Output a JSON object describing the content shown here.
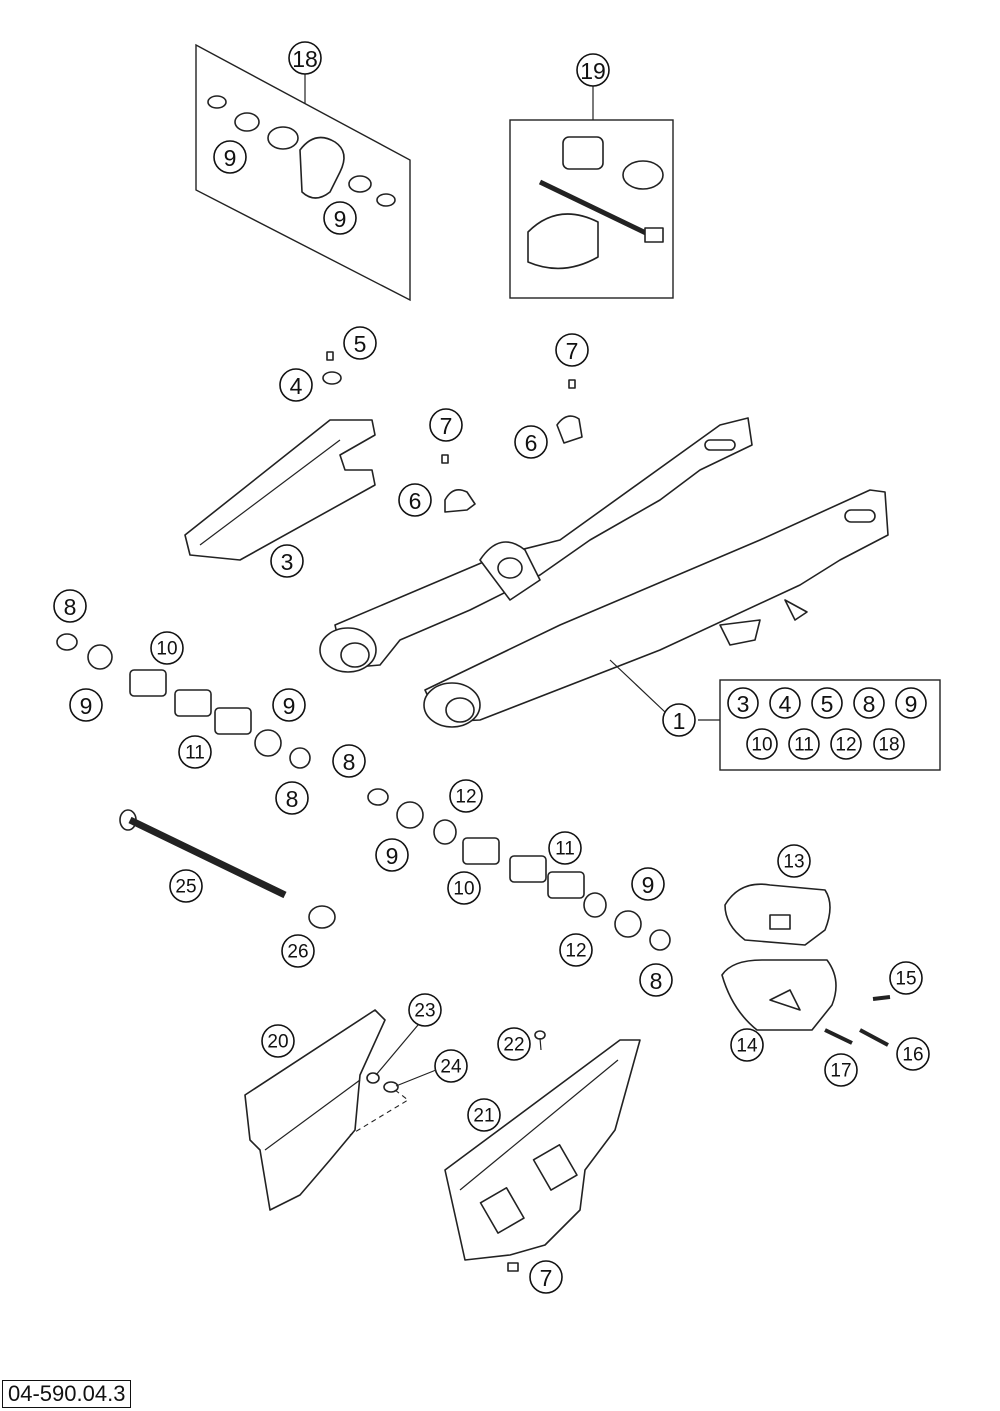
{
  "drawing_id": "04-590.04.3",
  "callouts": {
    "kit_18": "18",
    "kit_19": "19",
    "c5": "5",
    "c4": "4",
    "c3": "3",
    "c7a": "7",
    "c6a": "6",
    "c7b": "7",
    "c6b": "6",
    "c9_kit_a": "9",
    "c9_kit_b": "9",
    "c8a": "8",
    "c9a": "9",
    "c10a": "10",
    "c11a": "11",
    "c9b": "9",
    "c8b": "8",
    "c8c": "8",
    "c12a": "12",
    "c9c": "9",
    "c10b": "10",
    "c11b": "11",
    "c12b": "12",
    "c9d": "9",
    "c8d": "8",
    "c25": "25",
    "c26": "26",
    "c1": "1",
    "c13": "13",
    "c14": "14",
    "c15": "15",
    "c16": "16",
    "c17": "17",
    "c20": "20",
    "c21": "21",
    "c22": "22",
    "c23": "23",
    "c24": "24",
    "c7c": "7"
  },
  "kit_1_contents": [
    "3",
    "4",
    "5",
    "8",
    "9",
    "10",
    "11",
    "12",
    "18"
  ]
}
